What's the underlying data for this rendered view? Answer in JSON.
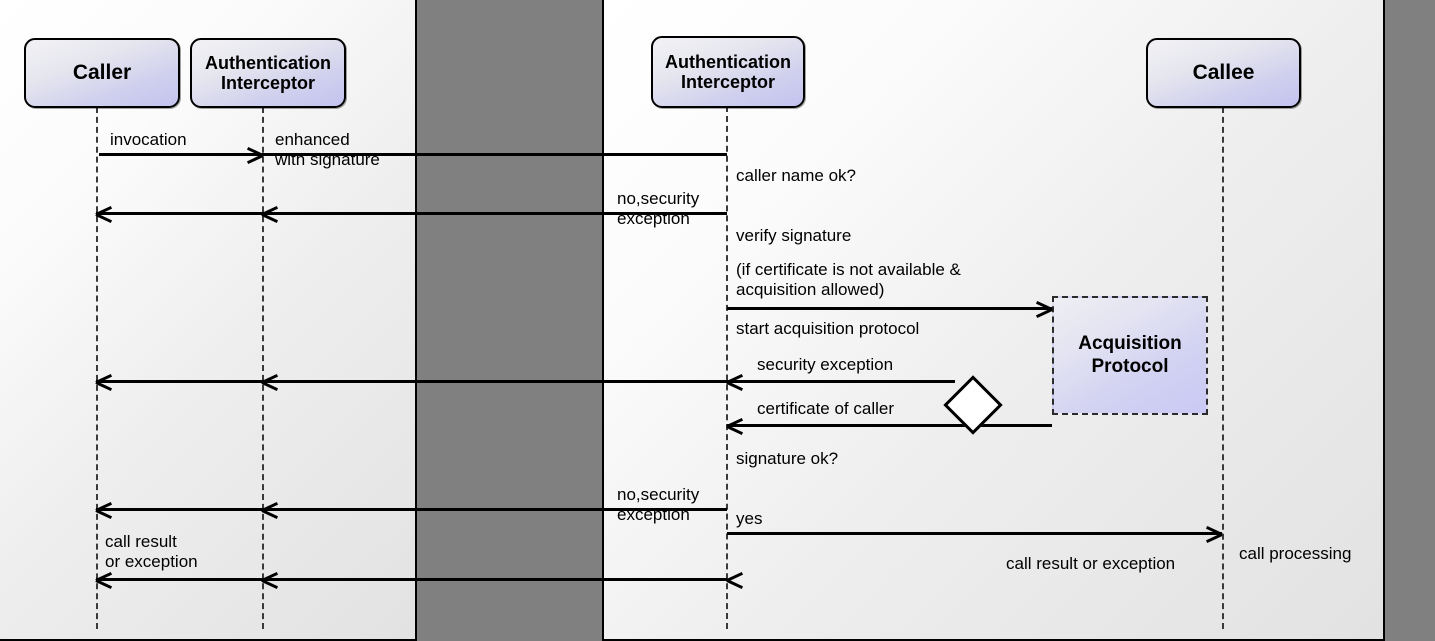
{
  "diagram": {
    "type": "uml-sequence",
    "title": "Authentication Interceptor sequence diagram",
    "colors": {
      "panel_background": "#eeeeee",
      "gutter": "#808080",
      "lifeline_box_fill": "#c3c3f0",
      "acquisition_fill": "#c9c9f5",
      "line": "#000000"
    }
  },
  "left_panel": {
    "participants": [
      {
        "name": "caller",
        "label": "Caller"
      },
      {
        "name": "authentication-interceptor",
        "label": "Authentication\nInterceptor"
      }
    ],
    "messages": [
      {
        "name": "invocation",
        "label": "invocation",
        "direction": "right"
      },
      {
        "name": "enhanced-with-signature",
        "label": "enhanced\nwith signature",
        "direction": "right"
      },
      {
        "name": "call-result-or-exception",
        "label": "call result\nor exception",
        "direction": "left"
      }
    ]
  },
  "right_panel": {
    "participants": [
      {
        "name": "authentication-interceptor",
        "label": "Authentication\nInterceptor"
      },
      {
        "name": "callee",
        "label": "Callee"
      }
    ],
    "fragment": {
      "name": "acquisition-protocol",
      "label": "Acquisition\nProtocol"
    },
    "messages": [
      {
        "name": "caller-name-ok",
        "label": "caller name ok?"
      },
      {
        "name": "no-security-exception-1",
        "label": "no,security\nexception",
        "direction": "left"
      },
      {
        "name": "verify-signature",
        "label": "verify signature"
      },
      {
        "name": "certificate-condition",
        "label": "(if certificate is not available &\nacquisition allowed)"
      },
      {
        "name": "start-acquisition-protocol",
        "label": "start acquisition protocol",
        "direction": "right"
      },
      {
        "name": "security-exception",
        "label": "security exception",
        "direction": "left"
      },
      {
        "name": "certificate-of-caller",
        "label": "certificate of caller",
        "direction": "left"
      },
      {
        "name": "signature-ok",
        "label": "signature ok?"
      },
      {
        "name": "no-security-exception-2",
        "label": "no,security\nexception",
        "direction": "left"
      },
      {
        "name": "yes",
        "label": "yes",
        "direction": "right"
      },
      {
        "name": "call-result-or-exception",
        "label": "call result or exception",
        "direction": "left"
      },
      {
        "name": "call-processing",
        "label": "call processing"
      }
    ]
  }
}
